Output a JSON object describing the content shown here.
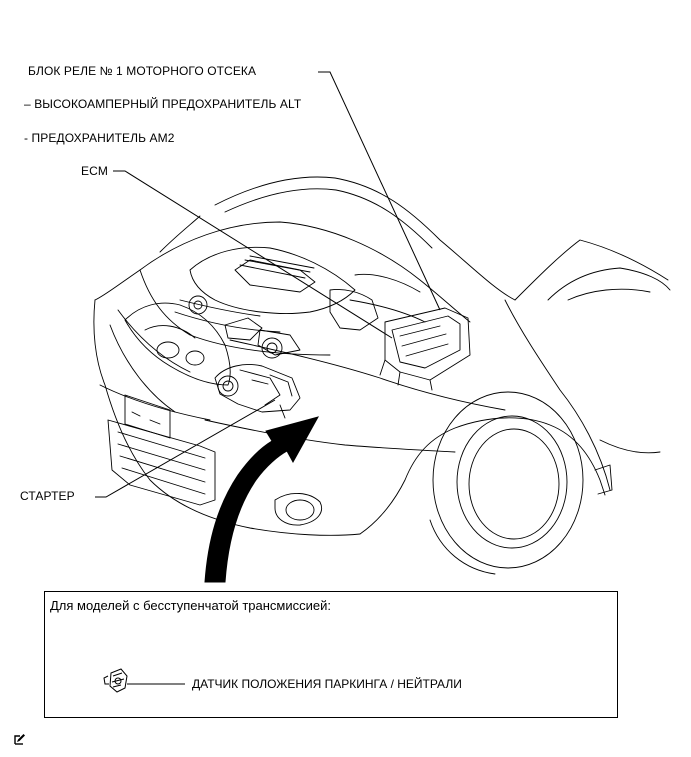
{
  "labels": {
    "relay_block": "БЛОК РЕЛЕ № 1 МОТОРНОГО ОТСЕКА",
    "alt_fuse": "– ВЫСОКОАМПЕРНЫЙ ПРЕДОХРАНИТЕЛЬ ALT",
    "am2_fuse": "- ПРЕДОХРАНИТЕЛЬ AM2",
    "ecm": "ECM",
    "starter": "СТАРТЕР"
  },
  "cvt_box": {
    "title": "Для моделей с бесступенчатой трансмиссией:",
    "sensor_label": "ДАТЧИК ПОЛОЖЕНИЯ ПАРКИНГА / НЕЙТРАЛИ"
  },
  "icons": {
    "footer": "edit-note-icon",
    "sensor": "park-neutral-switch-icon"
  }
}
